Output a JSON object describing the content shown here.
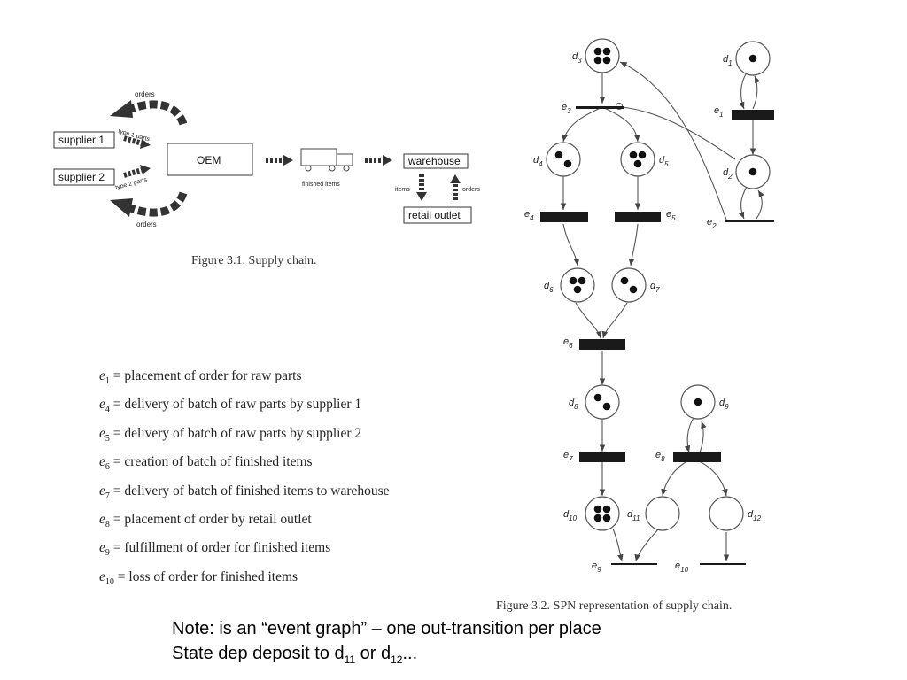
{
  "figure1": {
    "caption": "Figure 3.1. Supply chain.",
    "orders_top": "orders",
    "orders_bottom": "orders",
    "supplier1": "supplier 1",
    "supplier2": "supplier 2",
    "type1_parts": "type 1 parts",
    "type2_parts": "type 2 parts",
    "oem": "OEM",
    "finished_items": "finished items",
    "warehouse": "warehouse",
    "items": "items",
    "orders_side": "orders",
    "retail_outlet": "retail outlet"
  },
  "legend": [
    {
      "sym": "e",
      "sub": "1",
      "text": " = placement of order for raw parts"
    },
    {
      "sym": "e",
      "sub": "4",
      "text": " = delivery of batch of raw parts by supplier 1"
    },
    {
      "sym": "e",
      "sub": "5",
      "text": " = delivery of batch of raw parts by supplier 2"
    },
    {
      "sym": "e",
      "sub": "6",
      "text": " = creation of batch of finished items"
    },
    {
      "sym": "e",
      "sub": "7",
      "text": " = delivery of batch of finished items to warehouse"
    },
    {
      "sym": "e",
      "sub": "8",
      "text": " = placement of order by retail outlet"
    },
    {
      "sym": "e",
      "sub": "9",
      "text": " = fulfillment of order for finished items"
    },
    {
      "sym": "e",
      "sub": "10",
      "text": " = loss of order for finished items"
    }
  ],
  "figure2": {
    "caption_prefix": "Figure 3.2. ",
    "caption_sc": "SPN",
    "caption_suffix": " representation of supply chain.",
    "places": [
      {
        "id": "d3",
        "label": "d",
        "sub": "3",
        "tokens": 4
      },
      {
        "id": "d1",
        "label": "d",
        "sub": "1",
        "tokens": 1
      },
      {
        "id": "d2",
        "label": "d",
        "sub": "2",
        "tokens": 1
      },
      {
        "id": "d4",
        "label": "d",
        "sub": "4",
        "tokens": 2
      },
      {
        "id": "d5",
        "label": "d",
        "sub": "5",
        "tokens": 3
      },
      {
        "id": "d6",
        "label": "d",
        "sub": "6",
        "tokens": 3
      },
      {
        "id": "d7",
        "label": "d",
        "sub": "7",
        "tokens": 2
      },
      {
        "id": "d8",
        "label": "d",
        "sub": "8",
        "tokens": 2
      },
      {
        "id": "d9",
        "label": "d",
        "sub": "9",
        "tokens": 1
      },
      {
        "id": "d10",
        "label": "d",
        "sub": "10",
        "tokens": 4
      },
      {
        "id": "d11",
        "label": "d",
        "sub": "11",
        "tokens": 0
      },
      {
        "id": "d12",
        "label": "d",
        "sub": "12",
        "tokens": 0
      }
    ],
    "transitions": [
      {
        "id": "e1",
        "label": "e",
        "sub": "1"
      },
      {
        "id": "e2",
        "label": "e",
        "sub": "2"
      },
      {
        "id": "e3",
        "label": "e",
        "sub": "3"
      },
      {
        "id": "e4",
        "label": "e",
        "sub": "4"
      },
      {
        "id": "e5",
        "label": "e",
        "sub": "5"
      },
      {
        "id": "e6",
        "label": "e",
        "sub": "6"
      },
      {
        "id": "e7",
        "label": "e",
        "sub": "7"
      },
      {
        "id": "e8",
        "label": "e",
        "sub": "8"
      },
      {
        "id": "e9",
        "label": "e",
        "sub": "9"
      },
      {
        "id": "e10",
        "label": "e",
        "sub": "10"
      }
    ]
  },
  "note": {
    "line1": "Note: is an “event graph” – one out-transition per place",
    "line2_a": "State dep deposit to d",
    "line2_sub1": "11",
    "line2_b": " or d",
    "line2_sub2": "12",
    "line2_c": "..."
  }
}
